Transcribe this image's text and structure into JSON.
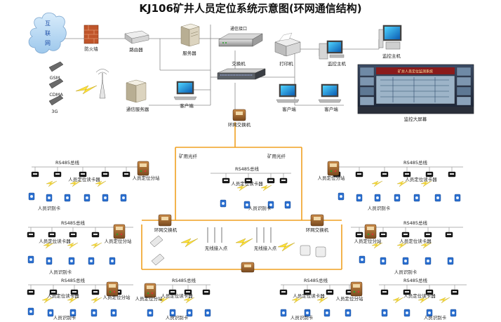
{
  "title": "KJ106矿井人员定位系统示意图(环网通信结构)",
  "top": {
    "internet": [
      "互",
      "联",
      "网"
    ],
    "firewall": "防火墙",
    "router": "路由器",
    "server": "服务器",
    "comm_interface": "通信接口",
    "switch": "交换机",
    "printer": "打印机",
    "monitor_host": "监控主机",
    "monitor_host2": "监控主机",
    "gsm": "GSM",
    "cdma": "CDMA",
    "g3": "3G",
    "comm_server": "通信服务器",
    "client": "客户端",
    "client2": "客户端",
    "client3": "客户端",
    "big_screen": "监控大屏幕",
    "wall_banner": "矿井人员定位监测系统"
  },
  "network": {
    "ring_switch": "环网交换机",
    "mine_fiber": "矿用光纤",
    "rs485": "RS485总线",
    "reader": "人员定位读卡器",
    "substation": "人员定位分站",
    "card": "人员识别卡",
    "wireless_ap": "无线接入点"
  }
}
